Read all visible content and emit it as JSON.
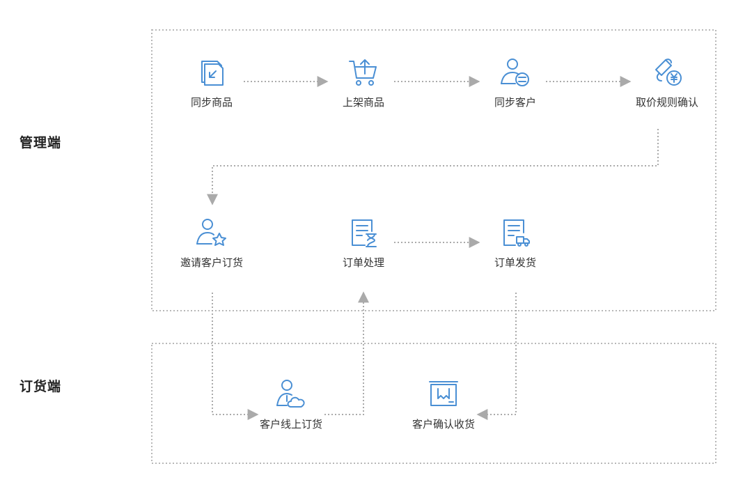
{
  "zones": {
    "admin_label": "管理端",
    "order_label": "订货端"
  },
  "steps": {
    "sync_products": "同步商品",
    "list_products": "上架商品",
    "sync_customers": "同步客户",
    "price_rules": "取价规则确认",
    "invite_customers": "邀请客户订货",
    "process_orders": "订单处理",
    "ship_orders": "订单发货",
    "online_order": "客户线上订货",
    "confirm_receipt": "客户确认收货"
  },
  "icons": {
    "sync_products": "document-sync-icon",
    "list_products": "cart-upload-icon",
    "sync_customers": "user-sync-icon",
    "price_rules": "price-rule-icon",
    "invite_customers": "user-star-icon",
    "process_orders": "document-hourglass-icon",
    "ship_orders": "document-truck-icon",
    "online_order": "user-cloud-icon",
    "confirm_receipt": "package-box-icon"
  },
  "colors": {
    "icon": "#4a8fd4",
    "connector": "#aaaaaa",
    "frame": "#b8b8b8"
  }
}
